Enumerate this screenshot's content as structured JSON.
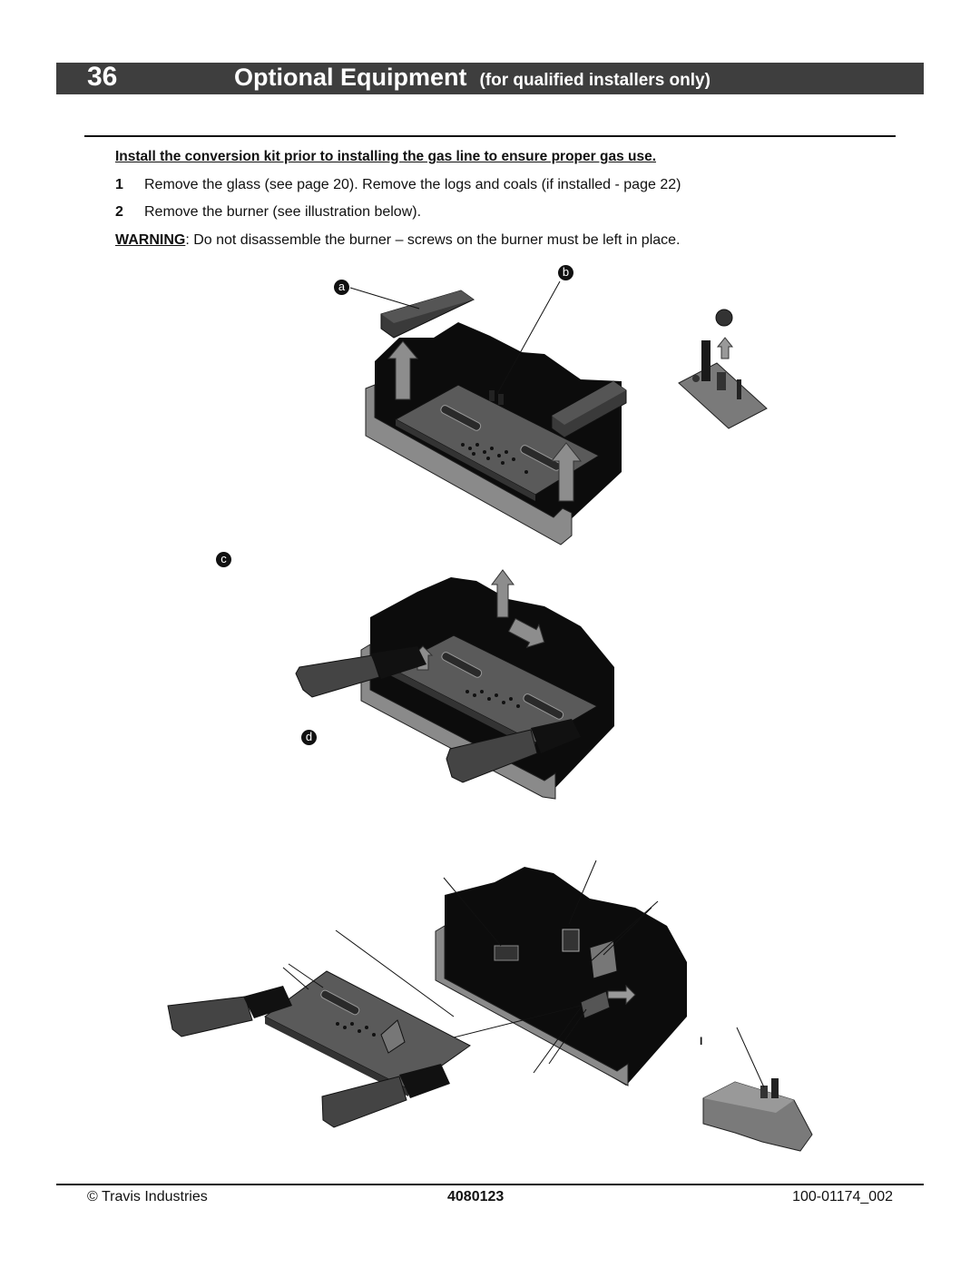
{
  "header": {
    "page_number": "36",
    "title": "Optional Equipment",
    "subtitle": "(for qualified installers only)"
  },
  "notice": "Install the conversion kit prior to installing the gas line to ensure proper gas use.",
  "steps": [
    {
      "num": "1",
      "text": "Remove the glass (see page 20).  Remove the logs and coals (if installed - page 22)"
    },
    {
      "num": "2",
      "text": "Remove the burner (see illustration below)."
    }
  ],
  "warning": {
    "label": "WARNING",
    "text": ": Do not disassemble the burner – screws on the burner must be left in place."
  },
  "callouts": {
    "a": "a",
    "b": "b",
    "c": "c",
    "d": "d"
  },
  "figure_mark": "I",
  "footer": {
    "left": "© Travis Industries",
    "center": "4080123",
    "right": "100-01174_002"
  }
}
